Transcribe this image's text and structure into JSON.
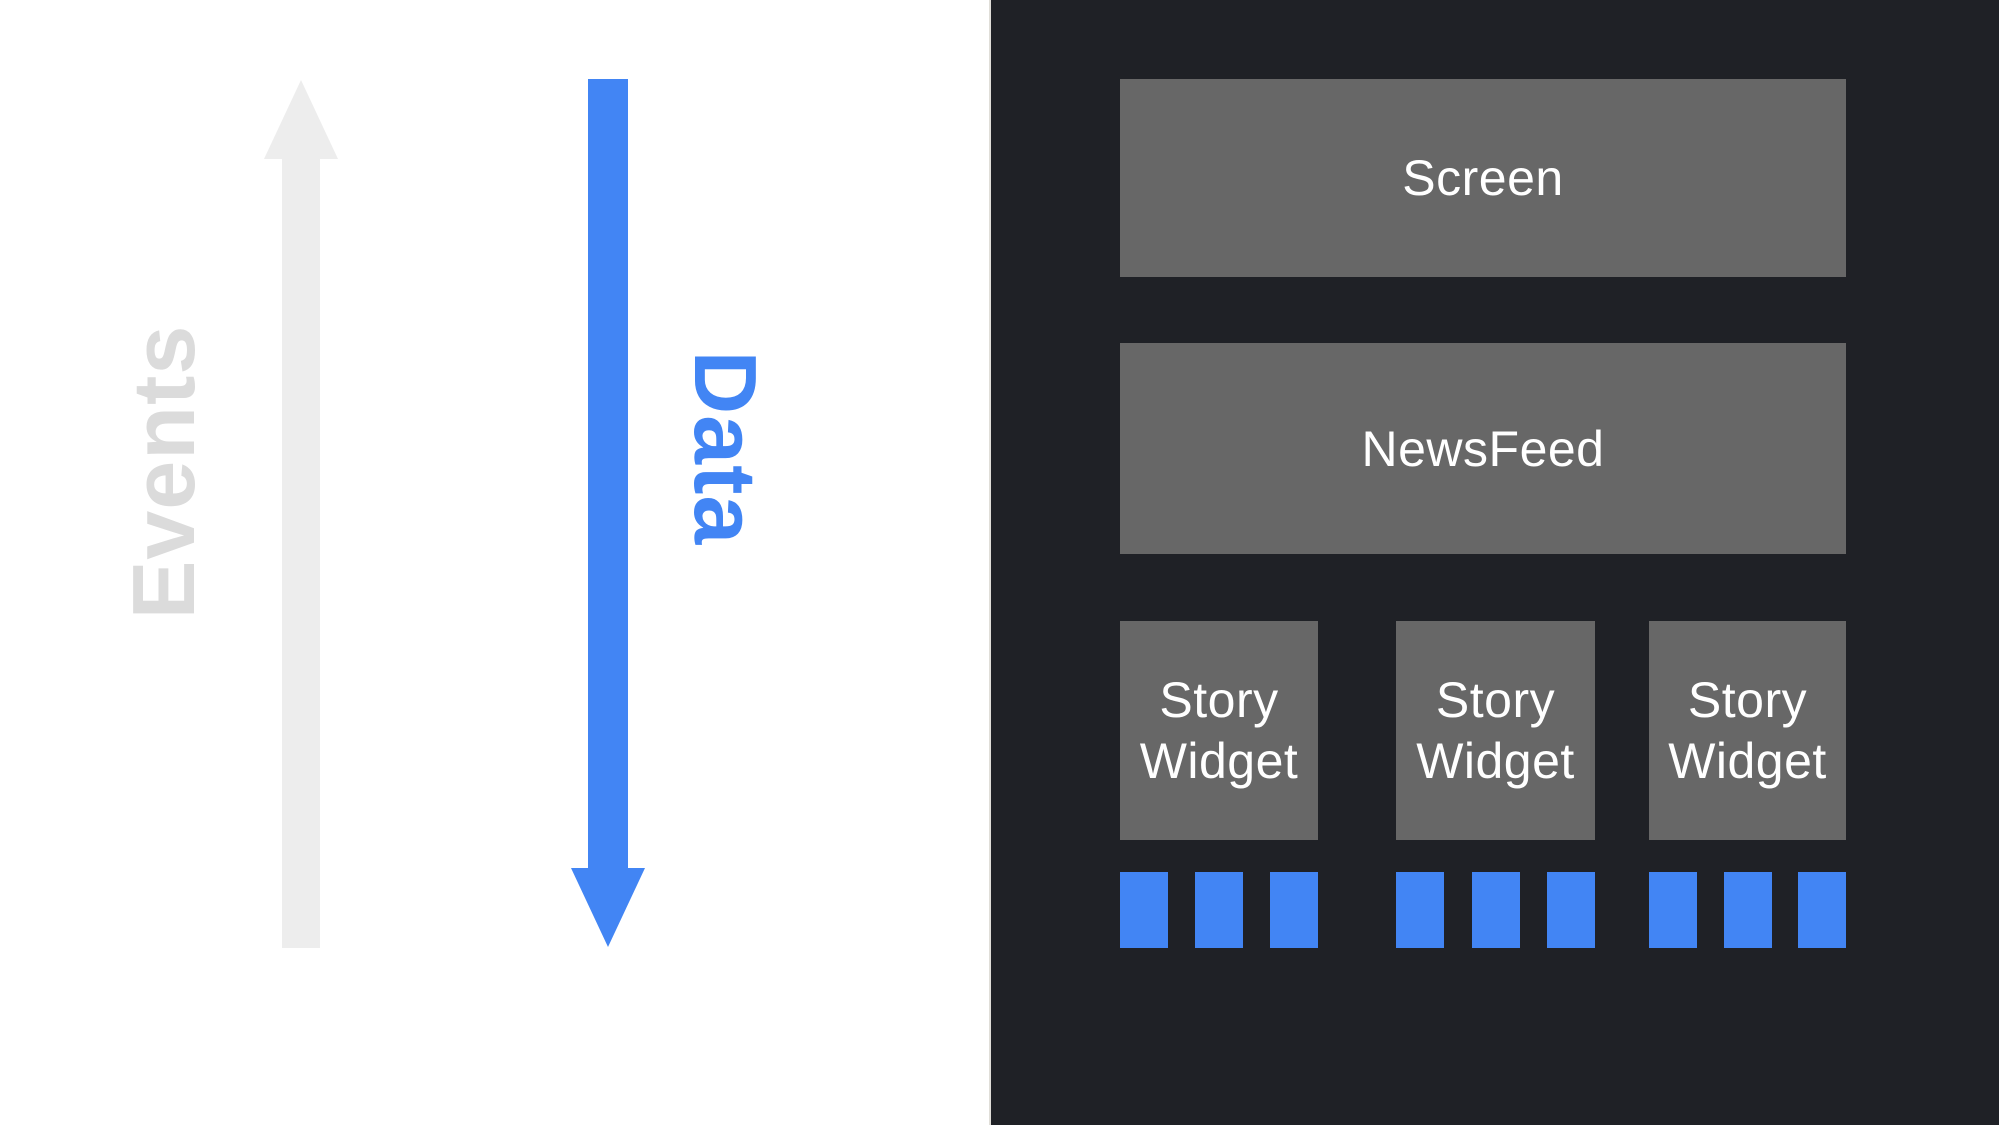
{
  "flow": {
    "events_label": "Events",
    "data_label": "Data",
    "events_arrow_color": "#EDEDED",
    "events_text_color": "#DBDBDB",
    "data_color": "#4285F4",
    "events_direction": "up",
    "data_direction": "down"
  },
  "tree": {
    "background_color": "#1F2126",
    "box_color": "#676767",
    "text_color": "#FFFFFF",
    "item_color": "#4285F4",
    "screen_label": "Screen",
    "newsfeed_label": "NewsFeed",
    "story_widgets": [
      {
        "label": "Story Widget",
        "items": 3
      },
      {
        "label": "Story Widget",
        "items": 3
      },
      {
        "label": "Story Widget",
        "items": 3
      }
    ]
  }
}
